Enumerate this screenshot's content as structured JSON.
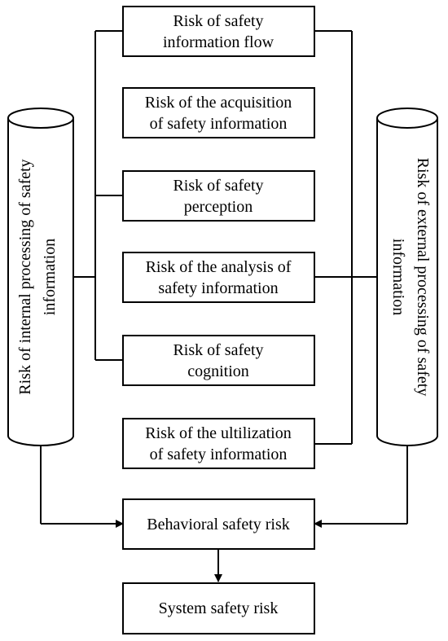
{
  "center_boxes": [
    {
      "line1": "Risk of safety",
      "line2": "information flow"
    },
    {
      "line1": "Risk of the acquisition",
      "line2": "of safety information"
    },
    {
      "line1": "Risk of safety",
      "line2": "perception"
    },
    {
      "line1": "Risk of the analysis of",
      "line2": "safety information"
    },
    {
      "line1": "Risk of safety",
      "line2": "cognition"
    },
    {
      "line1": "Risk of the ultilization",
      "line2": "of safety information"
    }
  ],
  "left_cylinder": {
    "line1": "Risk of internal processing of safety",
    "line2": "information"
  },
  "right_cylinder": {
    "line1": "Risk of external processing of safety",
    "line2": "information"
  },
  "behavioral_box": {
    "label": "Behavioral safety risk"
  },
  "system_box": {
    "label": "System safety risk"
  }
}
